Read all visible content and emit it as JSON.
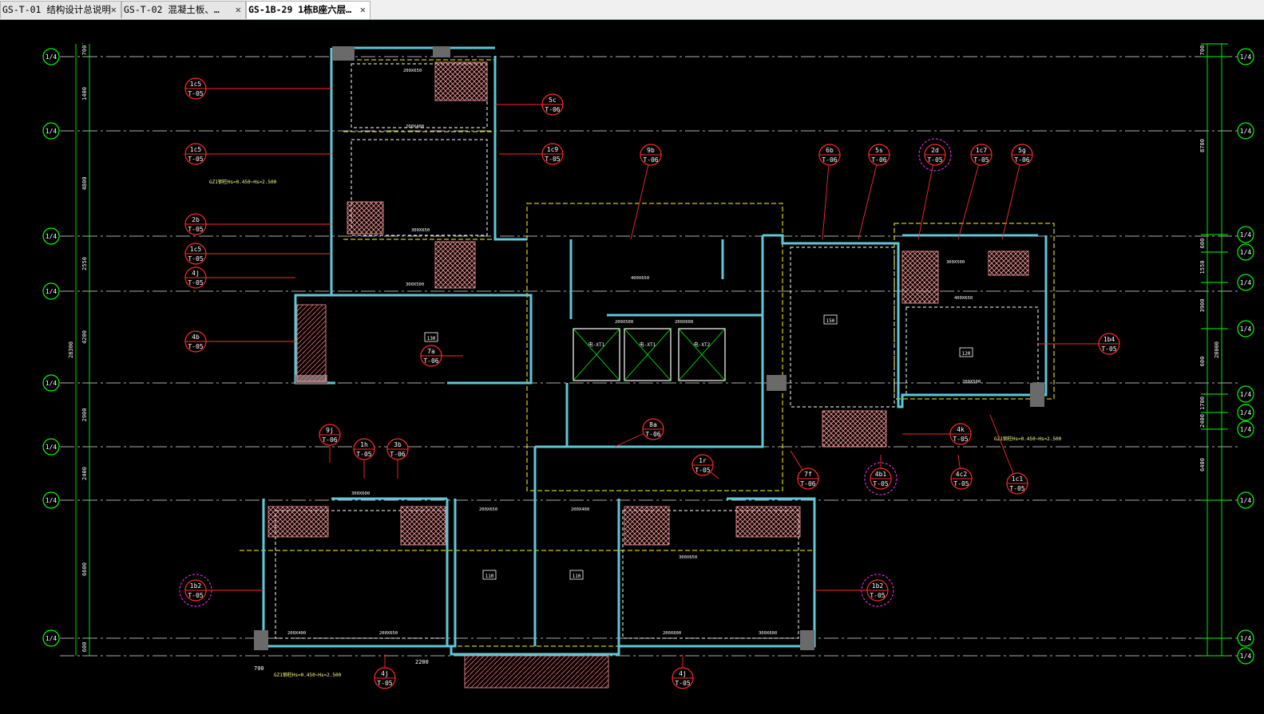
{
  "tabs": [
    {
      "label": "GS-T-01 结构设计总说明",
      "active": false
    },
    {
      "label": "GS-T-02 混凝土板、…",
      "active": false
    },
    {
      "label": "GS-1B-29 1栋B座六层…",
      "active": true
    }
  ],
  "tab_close_glyph": "✕",
  "colors": {
    "background": "#000000",
    "walls": "#5fc7d6",
    "dims": "#00ff00",
    "callouts": "#ff0000",
    "beams": "#ffff00",
    "hatch": "#ff9999",
    "grid": "#ffffff"
  },
  "grid_bubbles": [
    "1/4",
    "1/4",
    "1/4",
    "1/4",
    "1/4",
    "1/4",
    "1/4",
    "1/4"
  ],
  "left_dims": [
    "700",
    "1400",
    "4800",
    "2550",
    "4200",
    "2900",
    "2400",
    "6600",
    "600",
    "28300"
  ],
  "right_dims": [
    "700",
    "8700",
    "600",
    "1550",
    "3900",
    "600",
    "1700",
    "2400",
    "6400",
    "28000"
  ],
  "callouts": [
    {
      "num": "1c5",
      "ref": "T-05"
    },
    {
      "num": "1c5",
      "ref": "T-05"
    },
    {
      "num": "2b",
      "ref": "T-05"
    },
    {
      "num": "1c5",
      "ref": "T-05"
    },
    {
      "num": "4j",
      "ref": "T-05"
    },
    {
      "num": "4b",
      "ref": "T-05"
    },
    {
      "num": "5c",
      "ref": "T-06"
    },
    {
      "num": "1c9",
      "ref": "T-05"
    },
    {
      "num": "9b",
      "ref": "T-06"
    },
    {
      "num": "6b",
      "ref": "T-06"
    },
    {
      "num": "5s",
      "ref": "T-06"
    },
    {
      "num": "2d",
      "ref": "T-05"
    },
    {
      "num": "1c7",
      "ref": "T-05"
    },
    {
      "num": "5g",
      "ref": "T-06"
    },
    {
      "num": "7a",
      "ref": "T-06"
    },
    {
      "num": "9j",
      "ref": "T-06"
    },
    {
      "num": "1h",
      "ref": "T-05"
    },
    {
      "num": "3b",
      "ref": "T-06"
    },
    {
      "num": "8a",
      "ref": "T-06"
    },
    {
      "num": "1r",
      "ref": "T-05"
    },
    {
      "num": "1b4",
      "ref": "T-05"
    },
    {
      "num": "4k",
      "ref": "T-05"
    },
    {
      "num": "7f",
      "ref": "T-06"
    },
    {
      "num": "4b1",
      "ref": "T-05"
    },
    {
      "num": "4c2",
      "ref": "T-05"
    },
    {
      "num": "1c1",
      "ref": "T-05"
    },
    {
      "num": "1b2",
      "ref": "T-05"
    },
    {
      "num": "1b2",
      "ref": "T-05"
    },
    {
      "num": "4j",
      "ref": "T-05"
    },
    {
      "num": "4j",
      "ref": "T-05"
    }
  ],
  "elevators": [
    "电-XT1",
    "电-XT1",
    "电-XT2"
  ],
  "room_tags": [
    "130",
    "150",
    "120",
    "110",
    "110"
  ],
  "beam_labels": [
    "200X650",
    "200X400",
    "300X650",
    "300X500",
    "400X650",
    "200X500",
    "200X600",
    "300X600"
  ],
  "notes": [
    "GZ1钢柱Hs=0.450~Hs=2.500",
    "GZ1钢柱Hs=0.450~Hs=2.500",
    "GZ1钢柱Hs=0.450~Hs=2.500"
  ],
  "bottom_dims": [
    "2200",
    "700"
  ]
}
